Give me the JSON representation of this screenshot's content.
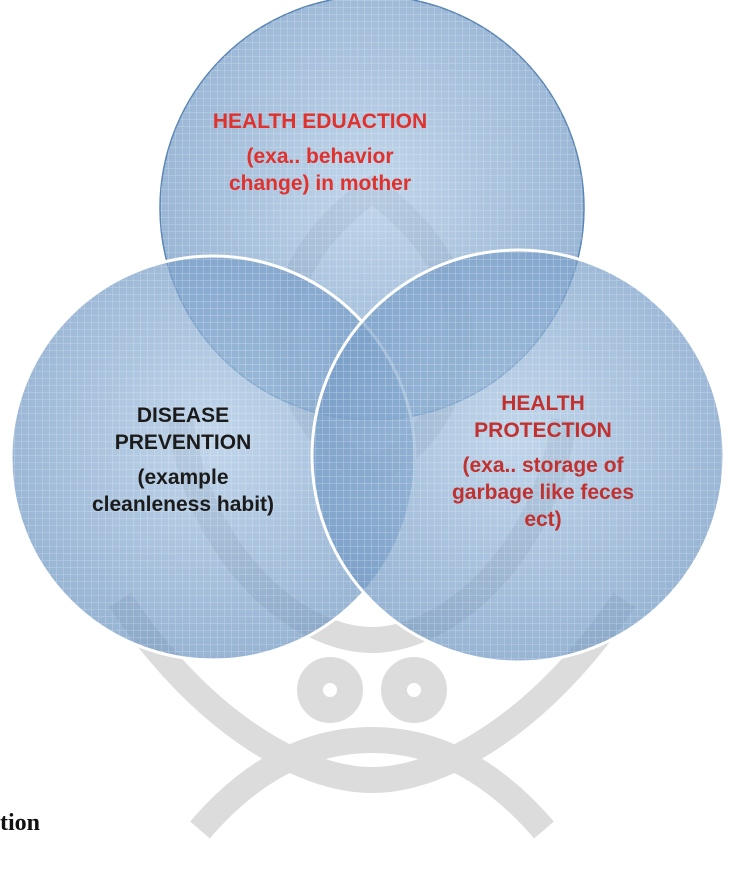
{
  "colors": {
    "circle_fill": "#8fb4d6",
    "circle_stroke": "#5a86b5",
    "watermark": "#d9d9d9",
    "education_text": "#e0312d",
    "prevention_text": "#1b1b1b",
    "protection_text": "#c0312f"
  },
  "diagram": {
    "circles": [
      {
        "id": "education",
        "title": "HEALTH EDUACTION",
        "description_lines": [
          "(exa.. behavior",
          "change) in mother"
        ]
      },
      {
        "id": "prevention",
        "title_lines": [
          "DISEASE",
          "PREVENTION"
        ],
        "description_lines": [
          "(example",
          "cleanleness habit)"
        ]
      },
      {
        "id": "protection",
        "title_lines": [
          "HEALTH",
          "PROTECTION"
        ],
        "description_lines": [
          "(exa.. storage of",
          "garbage like feces",
          "ect)"
        ]
      }
    ]
  },
  "footer": {
    "fragment": "tion"
  }
}
